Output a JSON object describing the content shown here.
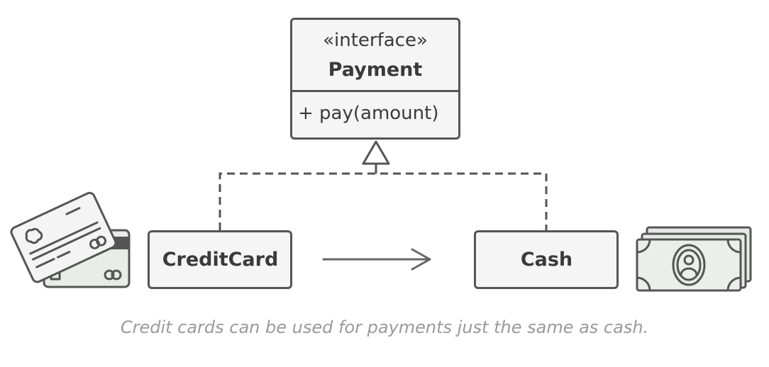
{
  "interface_box": {
    "stereotype": "«interface»",
    "name": "Payment",
    "method": "+ pay(amount)"
  },
  "classes": {
    "credit_card": "CreditCard",
    "cash": "Cash"
  },
  "caption": "Credit cards can be used for payments just the same as cash.",
  "colors": {
    "stroke": "#555555",
    "fill": "#f5f5f5",
    "illustration_fill": "#e8ebe8",
    "caption": "#9a9a9a"
  },
  "icons": {
    "left": "credit-cards-icon",
    "right": "cash-bills-icon"
  }
}
